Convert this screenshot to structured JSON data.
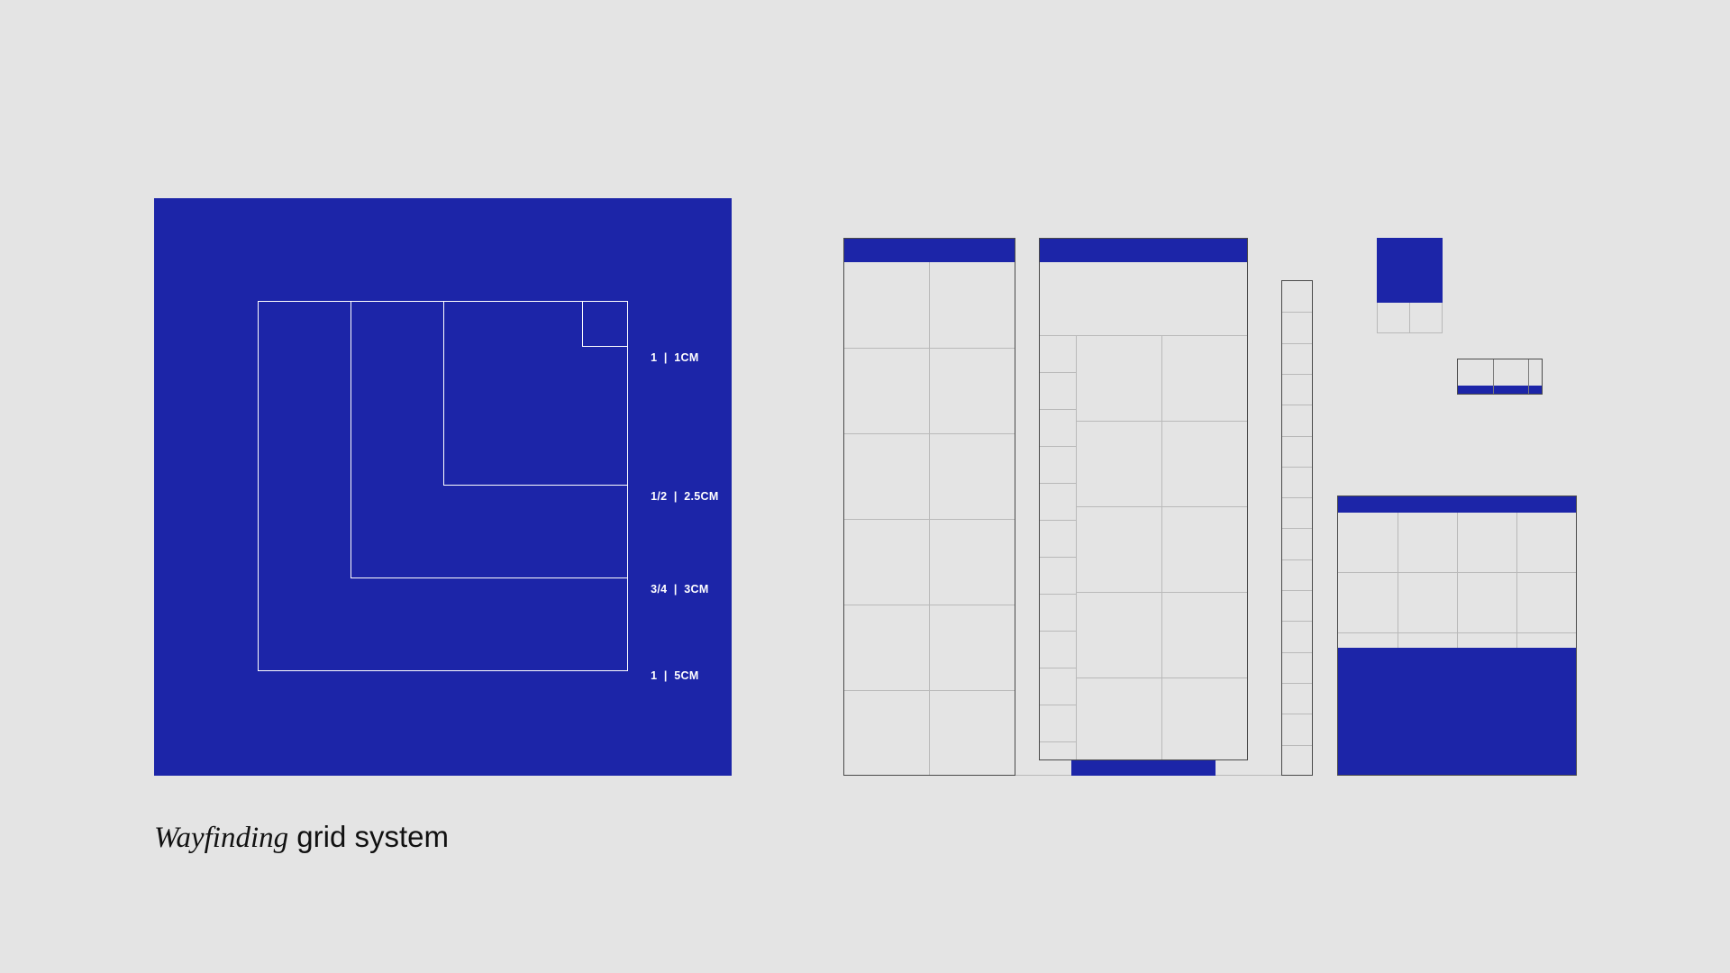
{
  "caption": {
    "italic": "Wayfinding",
    "rest": " grid system"
  },
  "scale_labels": [
    {
      "ratio": "1",
      "size": "1CM"
    },
    {
      "ratio": "1/2",
      "size": "2.5CM"
    },
    {
      "ratio": "3/4",
      "size": "3CM"
    },
    {
      "ratio": "1",
      "size": "5CM"
    }
  ],
  "colors": {
    "background": "#e4e4e4",
    "accent_blue": "#1c25a8",
    "line_white": "#ffffff",
    "grid_light": "#b9b9b9",
    "grid_dark": "#4a4a4a"
  }
}
